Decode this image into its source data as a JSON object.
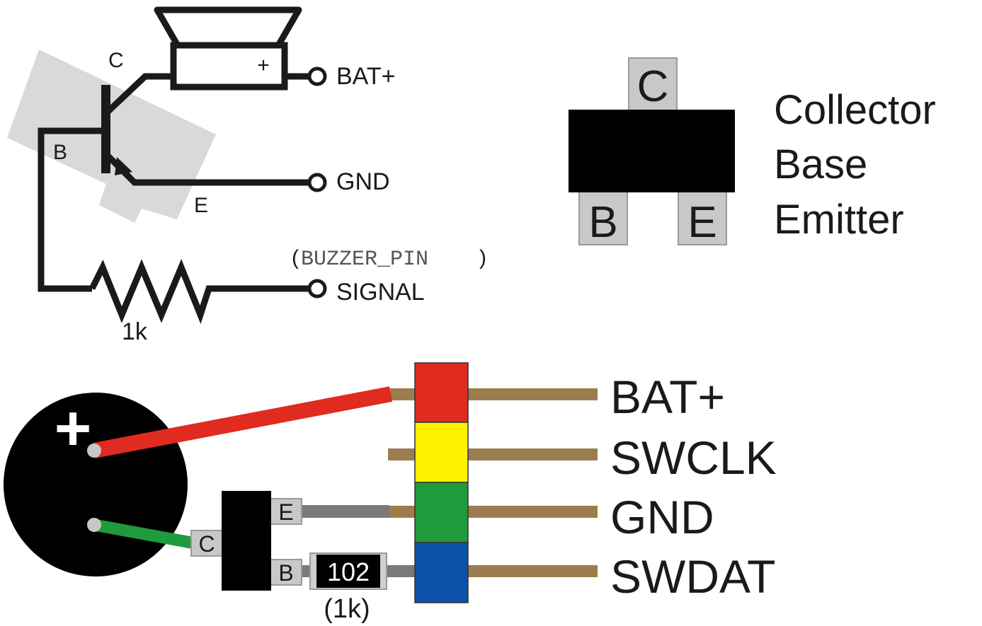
{
  "schematic": {
    "labels": {
      "collector": "C",
      "base": "B",
      "emitter": "E",
      "plus": "+",
      "bat": "BAT+",
      "gnd": "GND",
      "signal": "SIGNAL",
      "buzzer_pin_open": "(",
      "buzzer_pin": "BUZZER_PIN",
      "buzzer_pin_close": ")",
      "resistor": "1k"
    }
  },
  "package": {
    "pins": {
      "c": "C",
      "b": "B",
      "e": "E"
    },
    "legend": [
      "Collector",
      "Base",
      "Emitter"
    ]
  },
  "wiring": {
    "buzzer_plus": "+",
    "transistor_pins": {
      "e": "E",
      "c": "C",
      "b": "B"
    },
    "resistor_code": "102",
    "resistor_value": "(1k)",
    "header_labels": [
      "BAT+",
      "SWCLK",
      "GND",
      "SWDAT"
    ],
    "header_colors": [
      "#e02b20",
      "#fff200",
      "#1f9a3c",
      "#0b52a8"
    ]
  },
  "colors": {
    "wire_red": "#e02b20",
    "wire_green": "#1f9a3c",
    "wire_gray": "#7a7a7a",
    "pin_brown": "#9b7d4f",
    "pad_gray": "#c8c8c8",
    "ink": "#1a1a1a"
  }
}
